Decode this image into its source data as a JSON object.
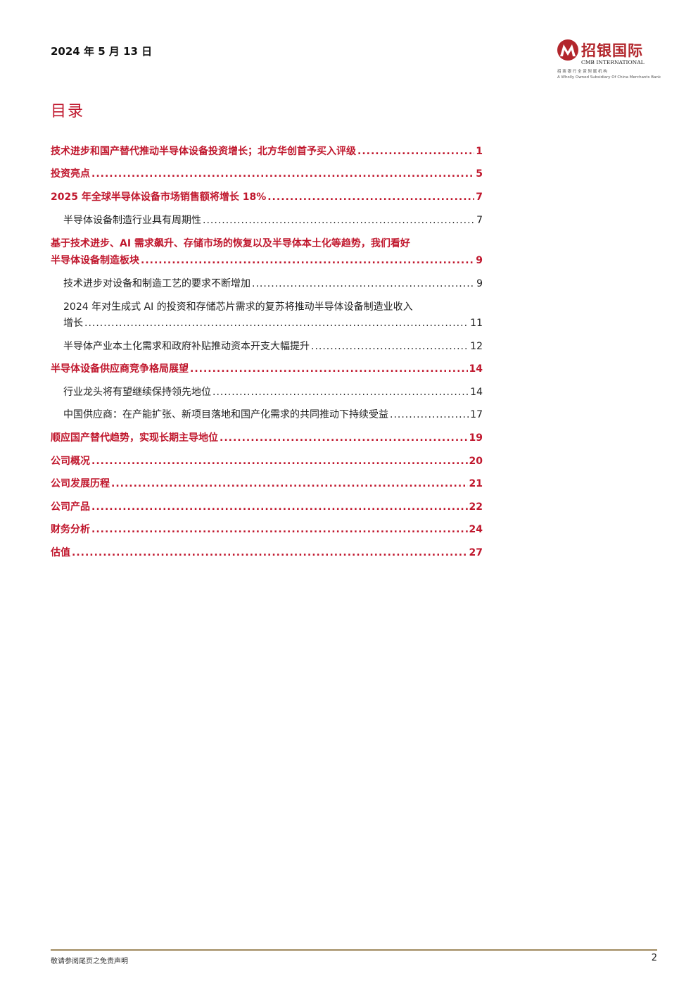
{
  "header": {
    "date": "2024 年 5 月 13 日",
    "logo": {
      "name_cn": "招银国际",
      "name_en": "CMB INTERNATIONAL",
      "subtitle_cn": "招 商 银 行 全 资 附 属 机 构",
      "subtitle_en": "A Wholly Owned Subsidiary Of China Merchants Bank",
      "brand_color": "#b2262c"
    }
  },
  "toc": {
    "title": "目录",
    "accent_color": "#c0172d",
    "entries": [
      {
        "level": 1,
        "text": "技术进步和国产替代推动半导体设备投资增长；北方华创首予买入评级",
        "page": "1"
      },
      {
        "level": 1,
        "text": "投资亮点",
        "page": "5"
      },
      {
        "level": 1,
        "text": "2025 年全球半导体设备市场销售额将增长 18%",
        "page": "7"
      },
      {
        "level": 2,
        "text": "半导体设备制造行业具有周期性",
        "page": "7"
      },
      {
        "level": 1,
        "text_line1": "基于技术进步、AI 需求飙升、存储市场的恢复以及半导体本土化等趋势，我们看好",
        "text": "半导体设备制造板块",
        "page": "9"
      },
      {
        "level": 2,
        "text": "技术进步对设备和制造工艺的要求不断增加",
        "page": "9"
      },
      {
        "level": 2,
        "text_line1": "2024 年对生成式 AI 的投资和存储芯片需求的复苏将推动半导体设备制造业收入",
        "text": "增长",
        "page": "11"
      },
      {
        "level": 2,
        "text": "半导体产业本土化需求和政府补贴推动资本开支大幅提升",
        "page": "12"
      },
      {
        "level": 1,
        "text": "半导体设备供应商竞争格局展望",
        "page": "14"
      },
      {
        "level": 2,
        "text": "行业龙头将有望继续保持领先地位",
        "page": "14"
      },
      {
        "level": 2,
        "text": "中国供应商：在产能扩张、新项目落地和国产化需求的共同推动下持续受益",
        "page": "17"
      },
      {
        "level": 1,
        "text": "顺应国产替代趋势，实现长期主导地位",
        "page": "19"
      },
      {
        "level": 1,
        "text": "公司概况",
        "page": "20"
      },
      {
        "level": 1,
        "text": "公司发展历程",
        "page": "21"
      },
      {
        "level": 1,
        "text": "公司产品",
        "page": "22"
      },
      {
        "level": 1,
        "text": "财务分析",
        "page": "24"
      },
      {
        "level": 1,
        "text": "估值",
        "page": "27"
      }
    ]
  },
  "footer": {
    "disclaimer": "敬请参阅尾页之免责声明",
    "page_number": "2",
    "rule_color": "#a08a5f"
  }
}
